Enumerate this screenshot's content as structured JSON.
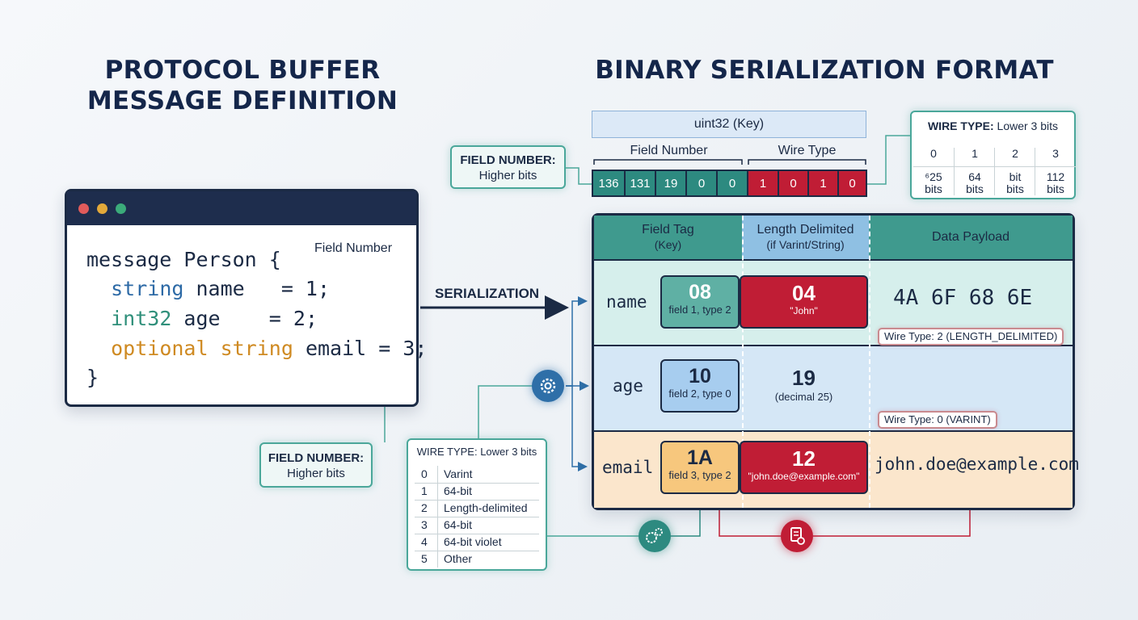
{
  "titles": {
    "left_line1": "PROTOCOL BUFFER",
    "left_line2": "MESSAGE DEFINITION",
    "right": "BINARY SERIALIZATION FORMAT"
  },
  "code": {
    "line1_kw": "message",
    "line1_rest": " Person {",
    "line2_type": "string",
    "line2_rest": " name   = 1;",
    "line3_type": "int32",
    "line3_rest": " age    = 2;",
    "line4_kw": "optional",
    "line4_type": " string",
    "line4_rest": " email = 3;",
    "line5": "}",
    "field_number_note": "Field Number"
  },
  "callouts": {
    "field_number_bold": "FIELD NUMBER:",
    "field_number_sub": "Higher bits",
    "bottom_field_number_bold": "FIELD NUMBER:",
    "bottom_field_number_sub": "Higher bits",
    "serialization": "SERIALIZATION"
  },
  "key_register": {
    "title": "uint32 (Key)",
    "field_number_label": "Field Number",
    "wire_type_label": "Wire Type",
    "field_bits": [
      "136",
      "131",
      "19",
      "0",
      "0"
    ],
    "wire_bits": [
      "1",
      "0",
      "1",
      "0"
    ]
  },
  "wire_type_table": {
    "title_bold": "WIRE TYPE:",
    "title_rest": " Lower 3 bits",
    "columns": [
      {
        "head": "0",
        "value1": "⁶25",
        "value2": "bits"
      },
      {
        "head": "1",
        "value1": "64",
        "value2": "bits"
      },
      {
        "head": "2",
        "value1": "bit",
        "value2": "bits"
      },
      {
        "head": "3",
        "value1": "112",
        "value2": "bits"
      }
    ]
  },
  "table": {
    "headers": {
      "tag_line1": "Field Tag",
      "tag_line2": "(Key)",
      "len_line1": "Length Delimited",
      "len_line2": "(if Varint/String)",
      "payload": "Data Payload"
    },
    "rows": [
      {
        "field": "name",
        "tag": "08",
        "tag_sub": "field 1, type 2",
        "len": "04",
        "len_sub": "\"John\"",
        "payload": "4A 6F 68 6E",
        "wire_note": "Wire Type: 2 (LENGTH_DELIMITED)"
      },
      {
        "field": "age",
        "tag": "10",
        "tag_sub": "field 2, type 0",
        "len": "19",
        "len_sub": "(decimal 25)",
        "payload": "",
        "wire_note": "Wire Type: 0 (VARINT)"
      },
      {
        "field": "email",
        "tag": "1A",
        "tag_sub": "field 3, type 2",
        "len": "12",
        "len_sub": "\"john.doe@example.com\"",
        "payload": "john.doe@example.com",
        "wire_note": ""
      }
    ]
  },
  "wire_type_list": {
    "title": "WIRE TYPE: Lower 3 bits",
    "items": [
      {
        "n": "0",
        "t": "Varint"
      },
      {
        "n": "1",
        "t": "64-bit"
      },
      {
        "n": "2",
        "t": "Length-delimited"
      },
      {
        "n": "3",
        "t": "64-bit"
      },
      {
        "n": "4",
        "t": "64-bit violet"
      },
      {
        "n": "5",
        "t": "Other"
      }
    ]
  },
  "colors": {
    "navy": "#1b2a44",
    "teal": "#2d8a80",
    "red": "#c01d35",
    "row_name": "#d6efec",
    "row_age": "#d5e7f6",
    "row_email": "#fbe6cc"
  },
  "icons": [
    "gear-icon",
    "gears-icon",
    "document-clock-icon"
  ]
}
